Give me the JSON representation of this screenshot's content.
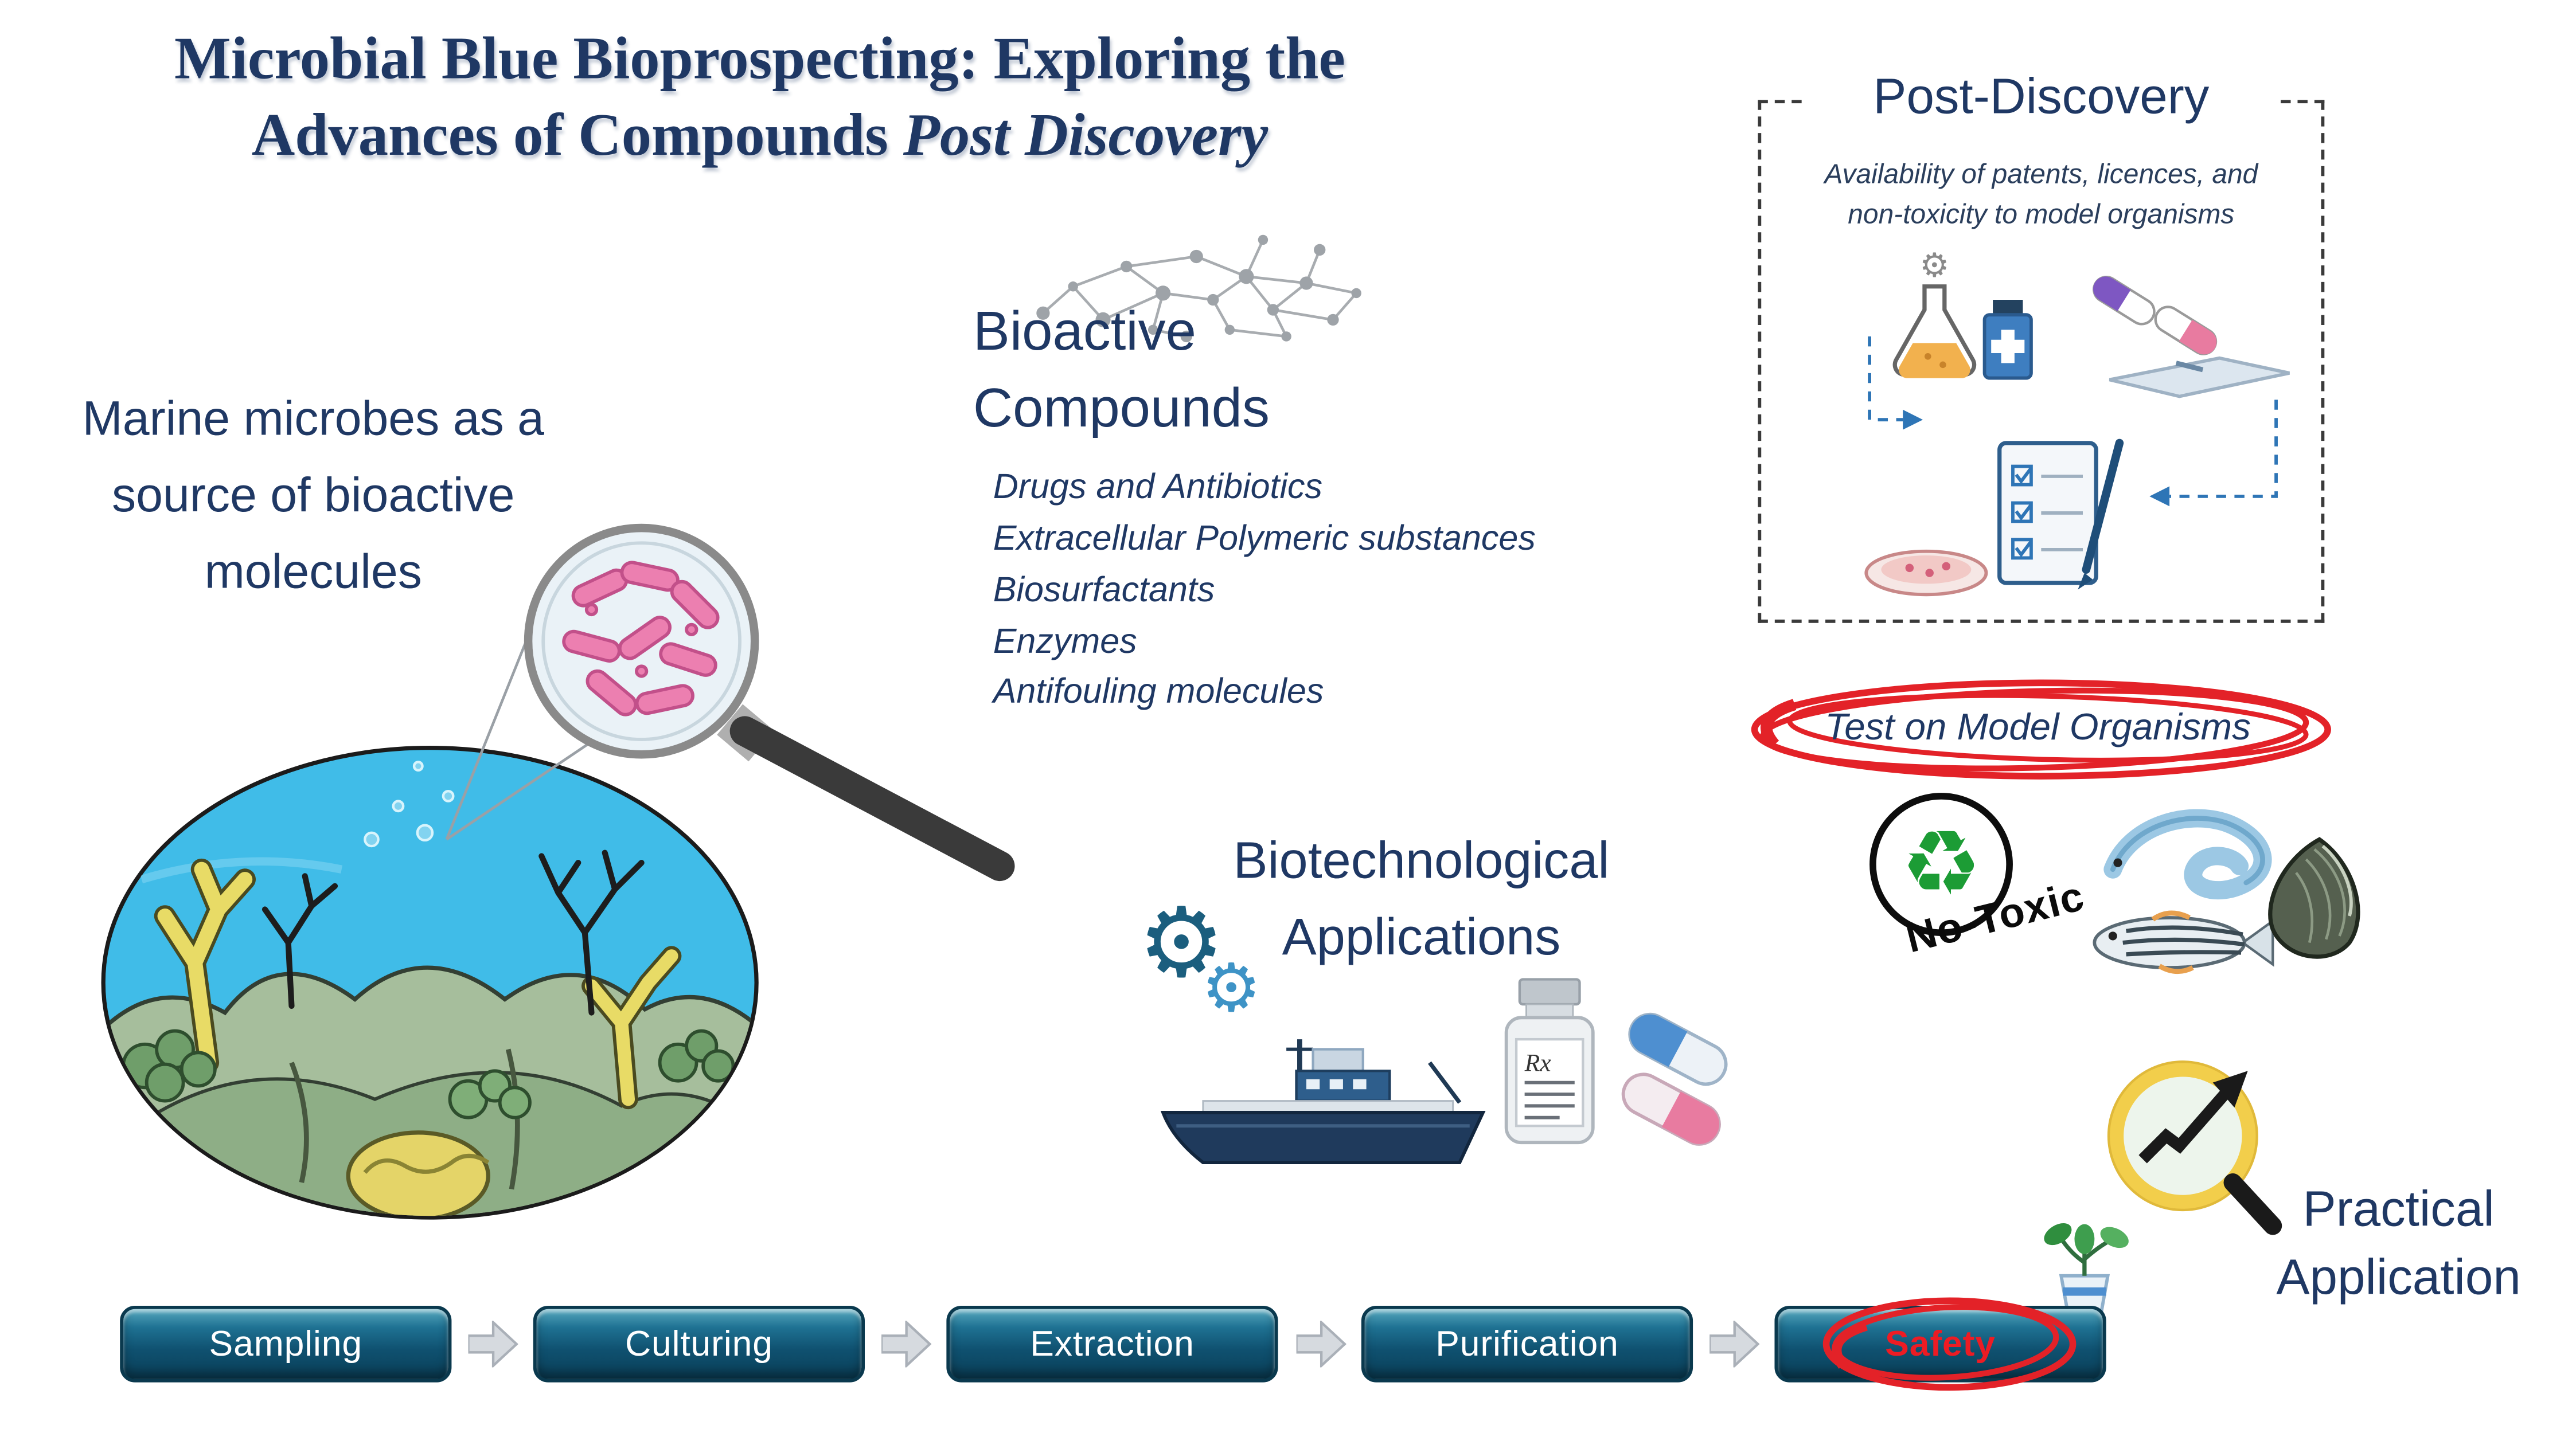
{
  "title": {
    "line1": "Microbial Blue Bioprospecting: Exploring the",
    "line2_prefix": "Advances of Compounds ",
    "line2_italic": "Post Discovery"
  },
  "marine_caption": {
    "line1": "Marine microbes as a",
    "line2": "source of bioactive",
    "line3": "molecules"
  },
  "bioactive": {
    "heading_line1": "Bioactive",
    "heading_line2": "Compounds",
    "items": [
      "Drugs and Antibiotics",
      "Extracellular Polymeric substances",
      "Biosurfactants",
      "Enzymes",
      "Antifouling molecules"
    ]
  },
  "biotech": {
    "heading_line1": "Biotechnological",
    "heading_line2": "Applications"
  },
  "post_discovery": {
    "title": "Post-Discovery",
    "subtitle_line1": "Availability of  patents, licences, and",
    "subtitle_line2": "non-toxicity to model organisms"
  },
  "testing": {
    "label": "Test on Model Organisms",
    "no_toxic_label": "No-Toxic"
  },
  "practical": {
    "line1": "Practical",
    "line2": "Application"
  },
  "pipeline": {
    "steps": [
      {
        "label": "Sampling",
        "highlighted": false
      },
      {
        "label": "Culturing",
        "highlighted": false
      },
      {
        "label": "Extraction",
        "highlighted": false
      },
      {
        "label": "Purification",
        "highlighted": false
      },
      {
        "label": "Safety",
        "highlighted": true
      }
    ]
  },
  "icons": {
    "gear_glyph": "⚙",
    "recycle_glyph": "♻",
    "rx_label": "Rx"
  },
  "colors": {
    "navy_text": "#1F3864",
    "annotation_red": "#E32228",
    "button_teal": "#0F5170",
    "ocean_blue": "#40BCE8",
    "magnifier_yellow": "#F2CE4B",
    "bacteria_pink": "#EC7FB0"
  }
}
